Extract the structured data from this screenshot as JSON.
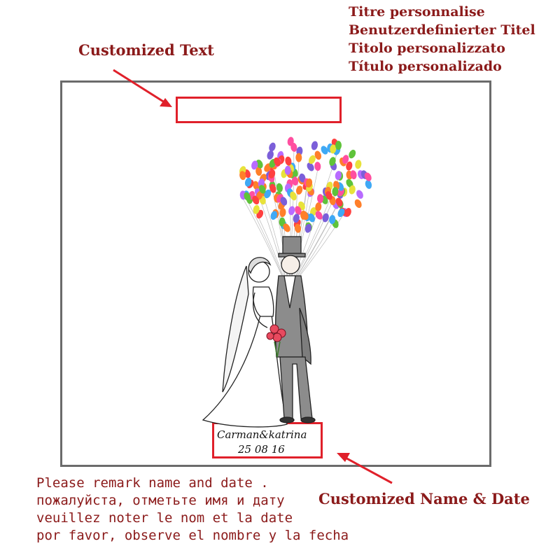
{
  "titles": [
    "Titre personnalise",
    "Benutzerdefinierter Titel",
    "Titolo personalizzato",
    "Título personalizado"
  ],
  "labels": {
    "customized_text": "Customized Text",
    "customized_name_date": "Customized Name & Date"
  },
  "names_plate": {
    "names": "Carman&katrina",
    "date": "25 08 16"
  },
  "remarks": [
    "Please remark name and date .",
    "пожалуйста, отметьте имя и дату",
    "veuillez noter le nom et la date",
    "por favor, observe el nombre y la fecha"
  ],
  "colors": {
    "accent_red": "#e0202a",
    "text_maroon": "#8b1a1a",
    "frame_gray": "#6b6b6b",
    "balloon_palette": [
      "#ff7f2a",
      "#7b5fd9",
      "#ff4fa0",
      "#5fc33a",
      "#3fa9f5",
      "#e8e23a",
      "#ff4040",
      "#b86bff"
    ]
  }
}
